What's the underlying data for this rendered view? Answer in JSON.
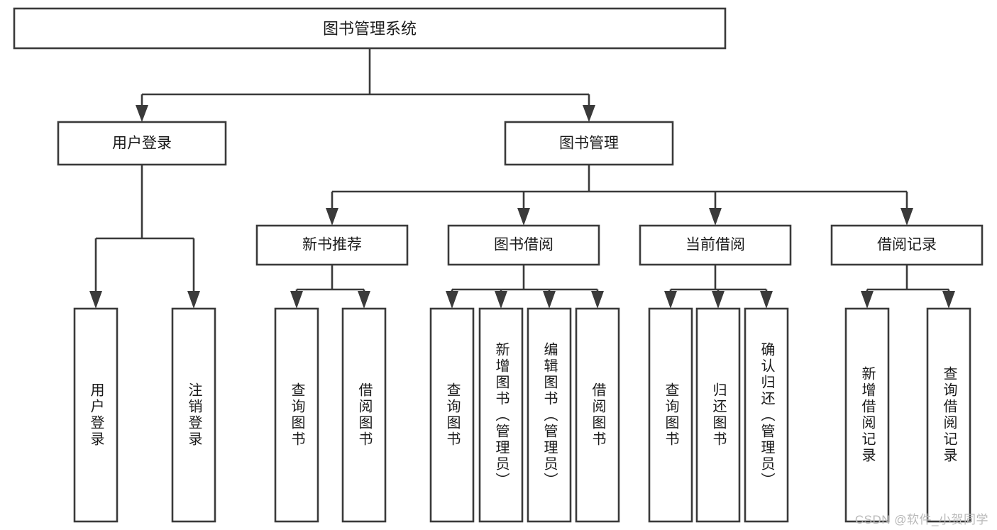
{
  "diagram": {
    "title_node": {
      "label": "图书管理系统"
    },
    "level2": [
      {
        "id": "user-login",
        "label": "用户登录"
      },
      {
        "id": "book-manage",
        "label": "图书管理"
      }
    ],
    "level3": [
      {
        "id": "new-book-recommend",
        "label": "新书推荐"
      },
      {
        "id": "book-borrow",
        "label": "图书借阅"
      },
      {
        "id": "current-borrow",
        "label": "当前借阅"
      },
      {
        "id": "borrow-record",
        "label": "借阅记录"
      }
    ],
    "leaves": {
      "user-login": [
        {
          "id": "leaf-user-login",
          "label": "用户登录"
        },
        {
          "id": "leaf-user-logout",
          "label": "注销登录"
        }
      ],
      "new-book-recommend": [
        {
          "id": "leaf-query-book-1",
          "label": "查询图书"
        },
        {
          "id": "leaf-borrow-book-1",
          "label": "借阅图书"
        }
      ],
      "book-borrow": [
        {
          "id": "leaf-query-book-2",
          "label": "查询图书"
        },
        {
          "id": "leaf-add-book",
          "label": "新增图书（管理员）"
        },
        {
          "id": "leaf-edit-book",
          "label": "编辑图书（管理员）"
        },
        {
          "id": "leaf-borrow-book-2",
          "label": "借阅图书"
        }
      ],
      "current-borrow": [
        {
          "id": "leaf-query-book-3",
          "label": "查询图书"
        },
        {
          "id": "leaf-return-book",
          "label": "归还图书"
        },
        {
          "id": "leaf-confirm-return",
          "label": "确认归还（管理员）"
        }
      ],
      "borrow-record": [
        {
          "id": "leaf-add-record",
          "label": "新增借阅记录"
        },
        {
          "id": "leaf-query-record",
          "label": "查询借阅记录"
        }
      ]
    }
  },
  "watermark": {
    "text": "CSDN @软件_小贺同学"
  },
  "colors": {
    "stroke": "#3a3a3a",
    "box_fill": "#ffffff",
    "text": "#1a1a1a",
    "background": "#ffffff",
    "watermark": "#b9b9b9"
  }
}
